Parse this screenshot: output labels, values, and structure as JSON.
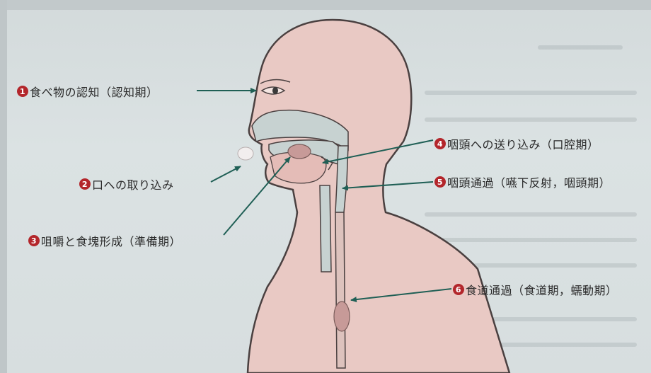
{
  "labels": [
    {
      "num": "1",
      "text": "食べ物の認知（認知期）"
    },
    {
      "num": "2",
      "text": "口への取り込み"
    },
    {
      "num": "3",
      "text": "咀嚼と食塊形成（準備期）"
    },
    {
      "num": "4",
      "text": "咽頭への送り込み（口腔期）"
    },
    {
      "num": "5",
      "text": "咽頭通過（嚥下反射，咽頭期）"
    },
    {
      "num": "6",
      "text": "食道通過（食道期，蠕動期）"
    }
  ],
  "colors": {
    "skin": "#e9c9c4",
    "outline": "#4a4040",
    "cavity": "#c7d2d1",
    "bolus": "#c79a98",
    "arrow": "#1f5f55",
    "badge": "#b3262b"
  }
}
